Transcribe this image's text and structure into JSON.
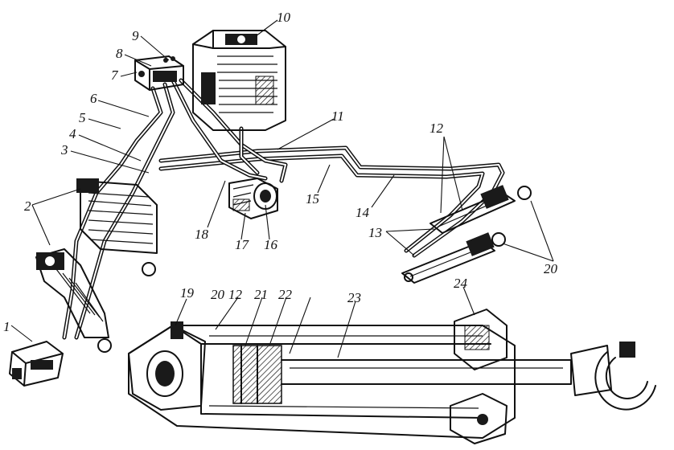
{
  "diagram": {
    "callouts": [
      {
        "id": "1",
        "label": "1"
      },
      {
        "id": "2",
        "label": "2"
      },
      {
        "id": "3",
        "label": "3"
      },
      {
        "id": "4",
        "label": "4"
      },
      {
        "id": "5",
        "label": "5"
      },
      {
        "id": "6",
        "label": "6"
      },
      {
        "id": "7",
        "label": "7"
      },
      {
        "id": "8",
        "label": "8"
      },
      {
        "id": "9",
        "label": "9"
      },
      {
        "id": "10",
        "label": "10"
      },
      {
        "id": "11",
        "label": "11"
      },
      {
        "id": "12a",
        "label": "12"
      },
      {
        "id": "12b",
        "label": "12"
      },
      {
        "id": "13",
        "label": "13"
      },
      {
        "id": "14",
        "label": "14"
      },
      {
        "id": "15",
        "label": "15"
      },
      {
        "id": "16",
        "label": "16"
      },
      {
        "id": "17",
        "label": "17"
      },
      {
        "id": "18",
        "label": "18"
      },
      {
        "id": "19",
        "label": "19"
      },
      {
        "id": "20a",
        "label": "20"
      },
      {
        "id": "20b",
        "label": "20"
      },
      {
        "id": "21",
        "label": "21"
      },
      {
        "id": "22",
        "label": "22"
      },
      {
        "id": "23",
        "label": "23"
      },
      {
        "id": "24",
        "label": "24"
      }
    ]
  }
}
